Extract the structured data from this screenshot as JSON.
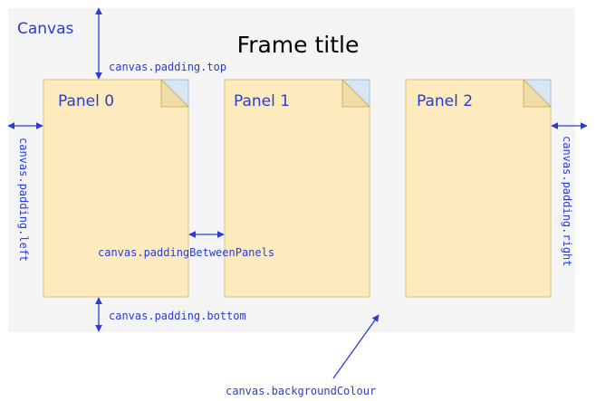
{
  "canvas": {
    "label": "Canvas",
    "colors": {
      "background": "#f4f4f4",
      "panel": "#fdebbd",
      "annotation": "#2a3cd6"
    }
  },
  "frame": {
    "title": "Frame title"
  },
  "panels": [
    {
      "label": "Panel 0"
    },
    {
      "label": "Panel 1"
    },
    {
      "label": "Panel 2"
    }
  ],
  "annotations": {
    "padding_top": "canvas.padding.top",
    "padding_bottom": "canvas.padding.bottom",
    "padding_left": "canvas.padding.left",
    "padding_right": "canvas.padding.right",
    "padding_between_panels": "canvas.paddingBetweenPanels",
    "background_colour": "canvas.backgroundColour"
  }
}
